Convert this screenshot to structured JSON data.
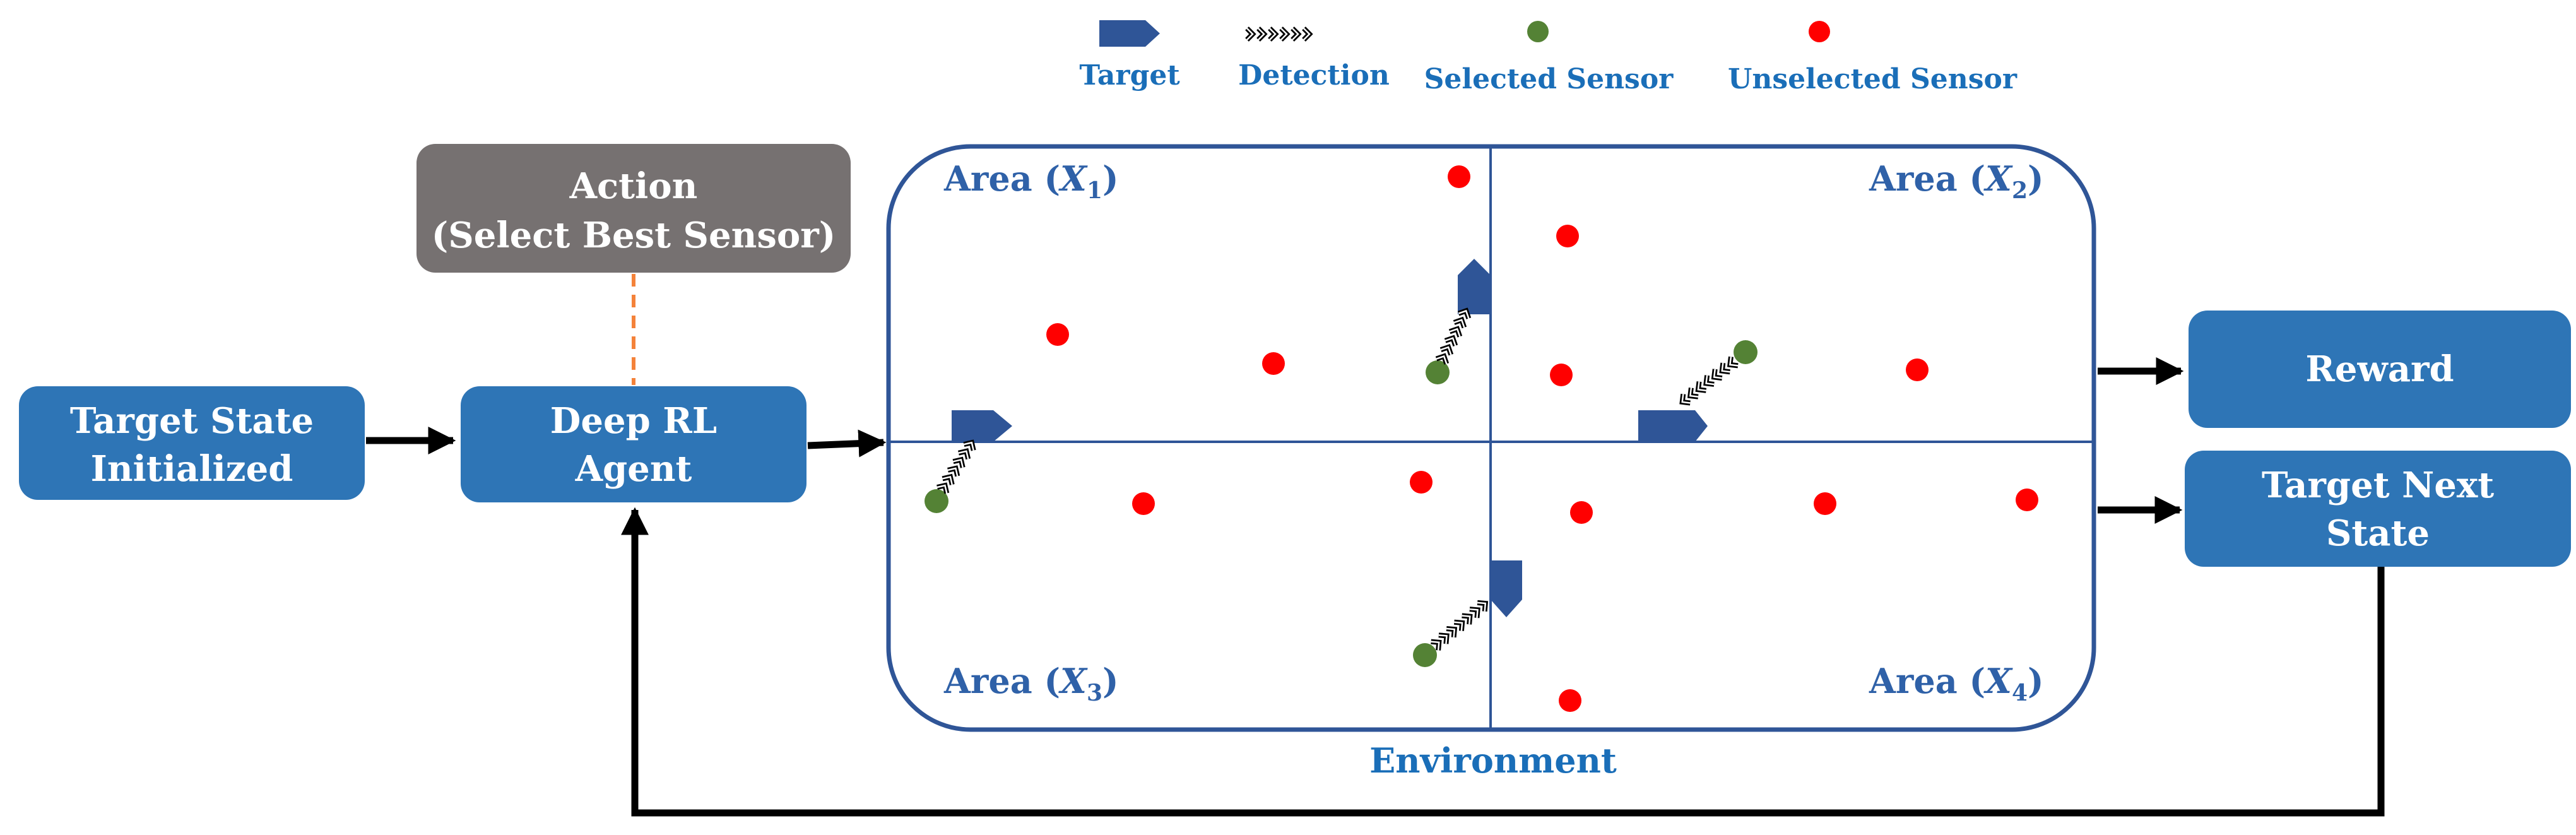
{
  "legend": {
    "target": "Target",
    "detection": "Detection",
    "selected_sensor": "Selected Sensor",
    "unselected_sensor": "Unselected Sensor"
  },
  "boxes": {
    "target_state": [
      "Target State",
      "Initialized"
    ],
    "deep_rl_agent": [
      "Deep RL",
      "Agent"
    ],
    "action": [
      "Action",
      "(Select Best Sensor)"
    ],
    "reward": "Reward",
    "target_next_state": [
      "Target Next",
      "State"
    ]
  },
  "environment": {
    "label": "Environment",
    "areas": [
      {
        "prefix": "Area (",
        "var": "X",
        "sub": "1",
        "suffix": ")"
      },
      {
        "prefix": "Area (",
        "var": "X",
        "sub": "2",
        "suffix": ")"
      },
      {
        "prefix": "Area (",
        "var": "X",
        "sub": "3",
        "suffix": ")"
      },
      {
        "prefix": "Area (",
        "var": "X",
        "sub": "4",
        "suffix": ")"
      }
    ]
  },
  "colors": {
    "box_blue": "#2e75b6",
    "box_gray": "#767171",
    "env_border": "#2f5597",
    "target": "#2f5597",
    "selected_sensor": "#548235",
    "unselected_sensor": "#ff0000",
    "label_blue": "#1a6eb8",
    "dashed_line": "#f4823a"
  },
  "icons": {
    "target": "target-pentagon-icon",
    "detection": "chevron-chain-icon",
    "selected": "green-dot-icon",
    "unselected": "red-dot-icon"
  }
}
